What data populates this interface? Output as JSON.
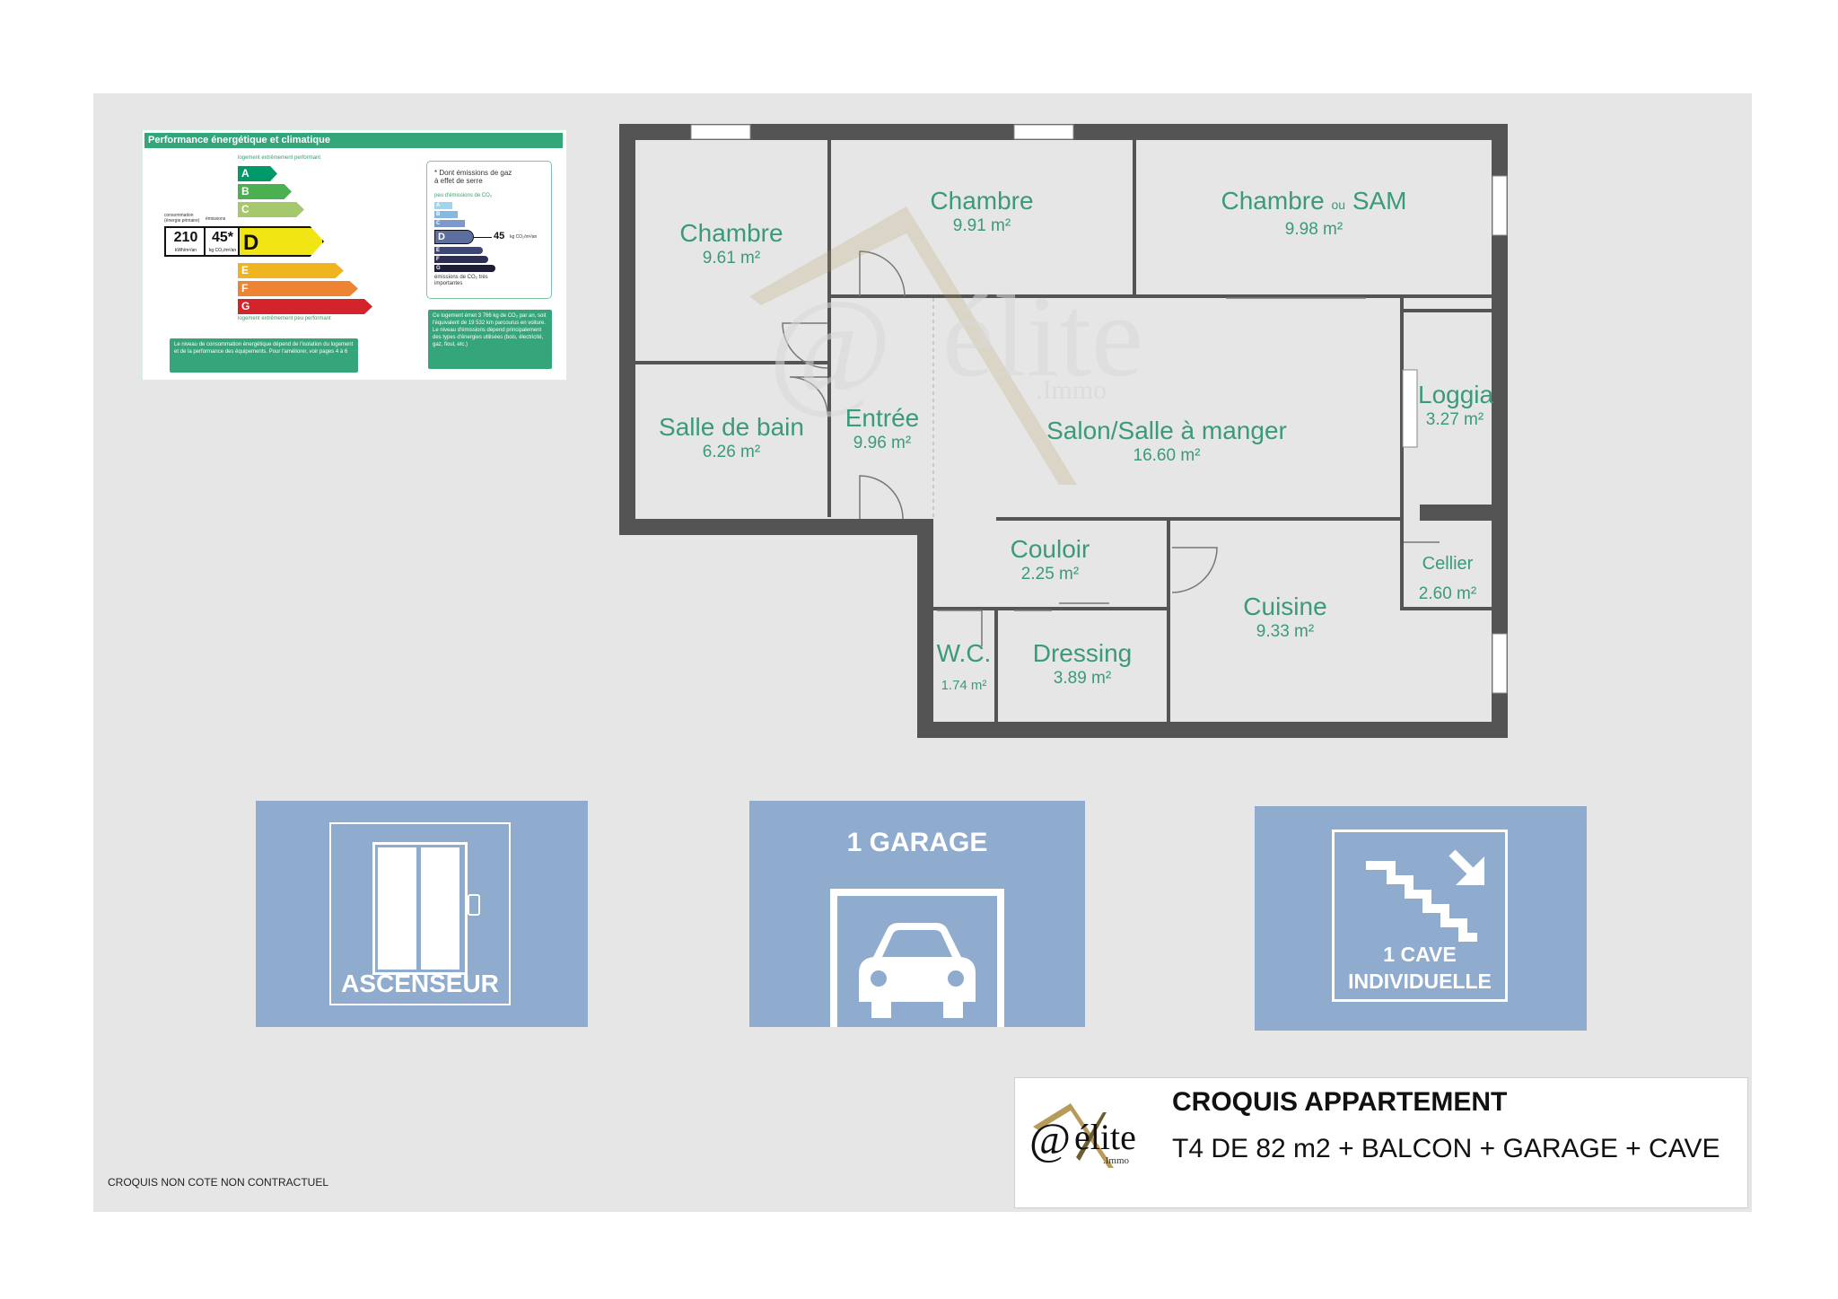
{
  "energy_label": {
    "title": "Performance énergétique et climatique",
    "top_note": "logement extrêmement performant",
    "bottom_note": "logement extrêmement peu performant",
    "classes": [
      "A",
      "B",
      "C",
      "D",
      "E",
      "F",
      "G"
    ],
    "class_colors": [
      "#009a6a",
      "#4bb150",
      "#a4c86b",
      "#f2e514",
      "#f1b421",
      "#ec8434",
      "#d3232b"
    ],
    "current_class": "D",
    "consumption_caption": "consommation (énergie primaire)",
    "emissions_caption": "émissions",
    "consumption_value": "210",
    "consumption_unit": "kWh/m²/an",
    "emissions_value": "45*",
    "emissions_unit": "kg CO₂/m²/an",
    "left_note": "Le niveau de consommation énergétique dépend de l'isolation du logement et de la performance des équipements. Pour l'améliorer, voir pages 4 à 6",
    "ges": {
      "title": "* Dont émissions de gaz à effet de serre",
      "top_note": "peu d'émissions de CO₂",
      "bottom_note": "émissions de CO₂ très importantes",
      "classes": [
        "A",
        "B",
        "C",
        "D",
        "E",
        "F",
        "G"
      ],
      "class_colors": [
        "#a4d4ec",
        "#88b8e0",
        "#7b9ac9",
        "#5c6f9e",
        "#3e4676",
        "#2c2e54",
        "#1d1d37"
      ],
      "current_class": "D",
      "value": "45",
      "unit": "kg CO₂/m²/an"
    },
    "right_note": "Ce logement émet 3 766 kg de CO₂ par an, soit l'équivalent de 19 532 km parcourus en voiture. Le niveau d'émissions dépend principalement des types d'énergies utilisées (bois, électricité, gaz, fioul, etc.)"
  },
  "watermark": {
    "symbol": "@",
    "brand": "élite",
    "sub": ".Immo"
  },
  "rooms": [
    {
      "name": "Chambre",
      "area": "9.61 m²"
    },
    {
      "name": "Chambre",
      "area": "9.91 m²"
    },
    {
      "name": "Chambre",
      "name_join": "ou",
      "name_suffix": "SAM",
      "area": "9.98 m²"
    },
    {
      "name": "Salle de bain",
      "area": "6.26 m²"
    },
    {
      "name": "Entrée",
      "area": "9.96 m²"
    },
    {
      "name": "Salon/Salle à manger",
      "area": "16.60 m²"
    },
    {
      "name": "Loggia",
      "area": "3.27 m²"
    },
    {
      "name": "Couloir",
      "area": "2.25 m²"
    },
    {
      "name": "Cellier",
      "area": "2.60 m²"
    },
    {
      "name": "Cuisine",
      "area": "9.33 m²"
    },
    {
      "name": "W.C.",
      "area": "1.74 m²"
    },
    {
      "name": "Dressing",
      "area": "3.89 m²"
    }
  ],
  "amenities": {
    "elevator": "ASCENSEUR",
    "garage": "1 GARAGE",
    "cellar_line1": "1 CAVE",
    "cellar_line2": "INDIVIDUELLE"
  },
  "title_block": {
    "logo_symbol": "@",
    "logo_brand": "élite",
    "logo_sub": ".Immo",
    "title": "CROQUIS APPARTEMENT",
    "subtitle": "T4 DE 82 m2 + BALCON + GARAGE +  CAVE"
  },
  "footnote": "CROQUIS NON COTE NON CONTRACTUEL"
}
